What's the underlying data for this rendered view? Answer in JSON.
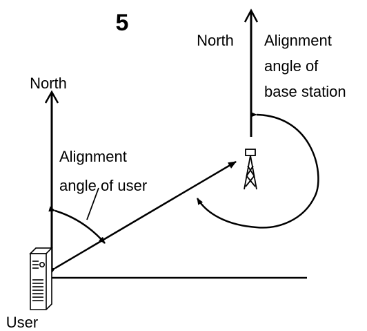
{
  "figure": {
    "number": "5"
  },
  "labels": {
    "north_user": "North",
    "north_base": "North",
    "user_angle_line1": "Alignment",
    "user_angle_line2": "angle of user",
    "base_angle_line1": "Alignment",
    "base_angle_line2": "angle of",
    "base_angle_line3": "base station",
    "user": "User"
  },
  "icons": {
    "user_device": "desktop-tower-computer-icon",
    "base_station": "cell-tower-icon"
  },
  "colors": {
    "stroke": "#000000",
    "background": "#ffffff"
  }
}
